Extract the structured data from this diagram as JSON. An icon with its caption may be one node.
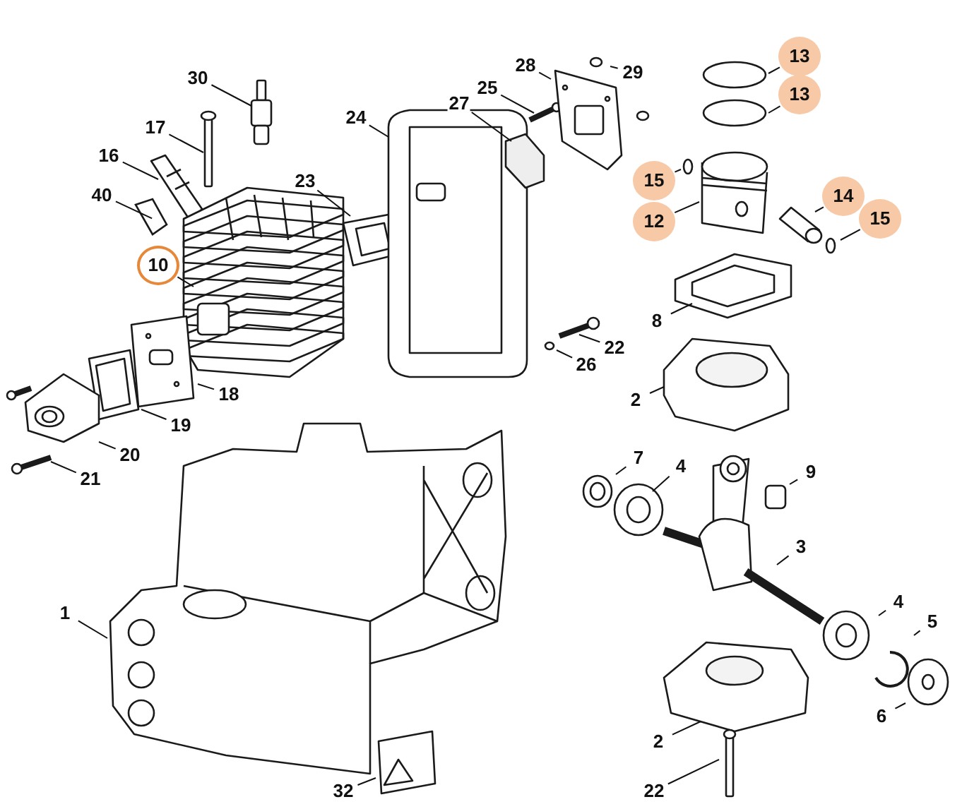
{
  "diagram": {
    "nodes": [
      {
        "text": [
          "13"
        ]
      },
      {
        "text": [
          "28"
        ]
      },
      {
        "text": [
          "29"
        ]
      },
      {
        "text": [
          "30"
        ]
      },
      {
        "text": [
          "25"
        ]
      },
      {
        "text": [
          "13"
        ]
      },
      {
        "text": [
          "27"
        ]
      },
      {
        "text": [
          "24"
        ]
      },
      {
        "text": [
          "17"
        ]
      },
      {
        "text": [
          "16"
        ]
      },
      {
        "text": [
          "15"
        ]
      },
      {
        "text": [
          "23"
        ]
      },
      {
        "text": [
          "14"
        ]
      },
      {
        "text": [
          "40"
        ]
      },
      {
        "text": [
          "15"
        ]
      },
      {
        "text": [
          "12"
        ]
      },
      {
        "text": [
          "10"
        ]
      },
      {
        "text": [
          "8"
        ]
      },
      {
        "text": [
          "22"
        ]
      },
      {
        "text": [
          "26"
        ]
      },
      {
        "text": [
          "18"
        ]
      },
      {
        "text": [
          "2"
        ]
      },
      {
        "text": [
          "19"
        ]
      },
      {
        "text": [
          "20"
        ]
      },
      {
        "text": [
          "7"
        ]
      },
      {
        "text": [
          "9"
        ]
      },
      {
        "text": [
          "4"
        ]
      },
      {
        "text": [
          "21"
        ]
      },
      {
        "text": [
          "3"
        ]
      },
      {
        "text": [
          "4"
        ]
      },
      {
        "text": [
          "1"
        ]
      },
      {
        "text": [
          "5"
        ]
      },
      {
        "text": [
          "6"
        ]
      },
      {
        "text": [
          "2"
        ]
      },
      {
        "text": [
          "22"
        ]
      },
      {
        "text": [
          "32"
        ]
      },
      {
        "text": [],
        "shape": "picture"
      }
    ],
    "edges": [
      {
        "from": 0,
        "to": null,
        "arrow": "none"
      },
      {
        "from": 1,
        "to": null,
        "arrow": "none"
      },
      {
        "from": 2,
        "to": null,
        "arrow": "none"
      },
      {
        "from": 3,
        "to": null,
        "arrow": "none"
      },
      {
        "from": 4,
        "to": null,
        "arrow": "none"
      },
      {
        "from": 5,
        "to": null,
        "arrow": "none"
      },
      {
        "from": 6,
        "to": null,
        "arrow": "none"
      },
      {
        "from": 7,
        "to": null,
        "arrow": "none"
      },
      {
        "from": 8,
        "to": null,
        "arrow": "none"
      },
      {
        "from": 9,
        "to": null,
        "arrow": "none"
      },
      {
        "from": 10,
        "to": null,
        "arrow": "none"
      },
      {
        "from": 11,
        "to": null,
        "arrow": "none"
      },
      {
        "from": 12,
        "to": null,
        "arrow": "none"
      },
      {
        "from": 13,
        "to": 36,
        "arrow": "none"
      },
      {
        "from": 14,
        "to": null,
        "arrow": "none"
      },
      {
        "from": 15,
        "to": null,
        "arrow": "none"
      },
      {
        "from": 16,
        "to": null,
        "arrow": "none"
      },
      {
        "from": 17,
        "to": null,
        "arrow": "none"
      },
      {
        "from": 18,
        "to": null,
        "arrow": "none"
      },
      {
        "from": 19,
        "to": null,
        "arrow": "none"
      },
      {
        "from": 20,
        "to": null,
        "arrow": "none"
      },
      {
        "from": 21,
        "to": null,
        "arrow": "none"
      },
      {
        "from": 22,
        "to": null,
        "arrow": "none"
      },
      {
        "from": 23,
        "to": null,
        "arrow": "none"
      },
      {
        "from": 24,
        "to": null,
        "arrow": "none"
      },
      {
        "from": 25,
        "to": null,
        "arrow": "none"
      },
      {
        "from": 26,
        "to": null,
        "arrow": "none"
      },
      {
        "from": 27,
        "to": null,
        "arrow": "none"
      },
      {
        "from": 28,
        "to": null,
        "arrow": "none"
      },
      {
        "from": 29,
        "to": null,
        "arrow": "none"
      },
      {
        "from": 30,
        "to": null,
        "arrow": "none"
      },
      {
        "from": 31,
        "to": null,
        "arrow": "none"
      },
      {
        "from": 32,
        "to": null,
        "arrow": "none"
      },
      {
        "from": 33,
        "to": null,
        "arrow": "none"
      },
      {
        "from": 34,
        "to": null,
        "arrow": "none"
      },
      {
        "from": 35,
        "to": null,
        "arrow": "none"
      }
    ]
  }
}
